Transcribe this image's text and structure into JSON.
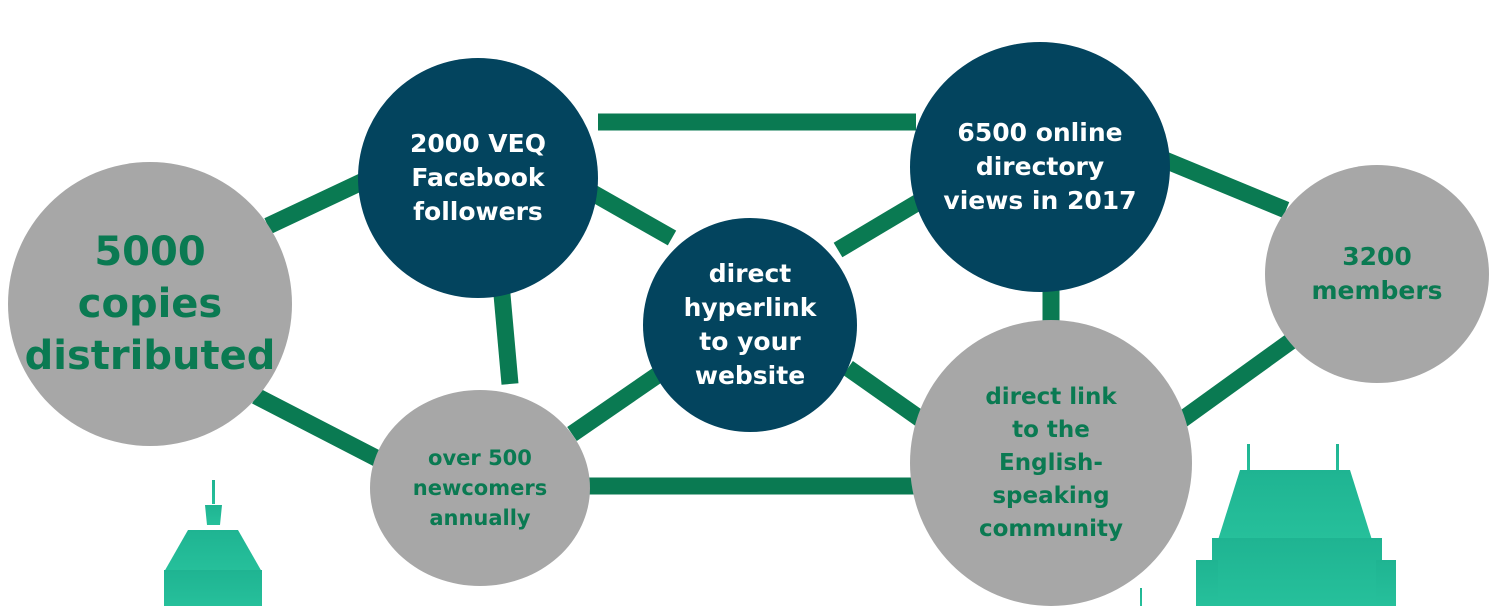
{
  "colors": {
    "dark_node": "#03445e",
    "grey_node": "#a7a7a7",
    "connector": "#0a7a52",
    "grey_text": "#0a7a52",
    "building": "#1fb492"
  },
  "nodes": {
    "copies": "5000\ncopies\ndistributed",
    "facebook": "2000 VEQ\nFacebook\nfollowers",
    "hyperlink": "direct\nhyperlink\nto your\nwebsite",
    "newcomers": "over 500\nnewcomers\nannually",
    "directory": "6500 online\ndirectory\nviews in 2017",
    "community": "direct link\nto the\nEnglish-\nspeaking\ncommunity",
    "members": "3200\nmembers"
  },
  "icons": {
    "left_building": "chateau-tower-icon",
    "right_building": "chateau-frontenac-icon"
  }
}
